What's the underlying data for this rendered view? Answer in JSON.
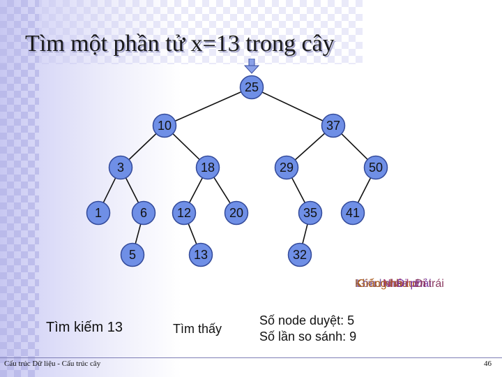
{
  "slide": {
    "title": "Tìm một phần tử x=13 trong cây",
    "search_label": "Tìm kiếm 13",
    "found_label": "Tìm thấy",
    "status_overlays": [
      "Khác nhau",
      "Lớn hơn",
      "Nhỏ hơn",
      "Giống nhau",
      "Đi phải",
      "Đi trái"
    ],
    "stats": {
      "nodes_visited": "Số node duyệt: 5",
      "comparisons": "Số lần so sánh: 9"
    },
    "footer": "Cấu trúc Dữ liệu - Cấu trúc cây",
    "page_number": "46",
    "colors": {
      "node_fill": "#6f8fe6",
      "title_shadow": "#9fa0c8"
    }
  },
  "tree": {
    "nodes": [
      {
        "id": "n25",
        "label": "25"
      },
      {
        "id": "n10",
        "label": "10"
      },
      {
        "id": "n37",
        "label": "37"
      },
      {
        "id": "n3",
        "label": "3"
      },
      {
        "id": "n18",
        "label": "18"
      },
      {
        "id": "n29",
        "label": "29"
      },
      {
        "id": "n50",
        "label": "50"
      },
      {
        "id": "n1",
        "label": "1"
      },
      {
        "id": "n6",
        "label": "6"
      },
      {
        "id": "n12",
        "label": "12"
      },
      {
        "id": "n20",
        "label": "20"
      },
      {
        "id": "n35",
        "label": "35"
      },
      {
        "id": "n41",
        "label": "41"
      },
      {
        "id": "n5",
        "label": "5"
      },
      {
        "id": "n13",
        "label": "13"
      },
      {
        "id": "n32",
        "label": "32"
      }
    ],
    "edges": [
      [
        "n25",
        "n10"
      ],
      [
        "n25",
        "n37"
      ],
      [
        "n10",
        "n3"
      ],
      [
        "n10",
        "n18"
      ],
      [
        "n37",
        "n29"
      ],
      [
        "n37",
        "n50"
      ],
      [
        "n3",
        "n1"
      ],
      [
        "n3",
        "n6"
      ],
      [
        "n18",
        "n12"
      ],
      [
        "n18",
        "n20"
      ],
      [
        "n29",
        "n35"
      ],
      [
        "n50",
        "n41"
      ],
      [
        "n6",
        "n5"
      ],
      [
        "n12",
        "n13"
      ],
      [
        "n35",
        "n32"
      ]
    ]
  }
}
